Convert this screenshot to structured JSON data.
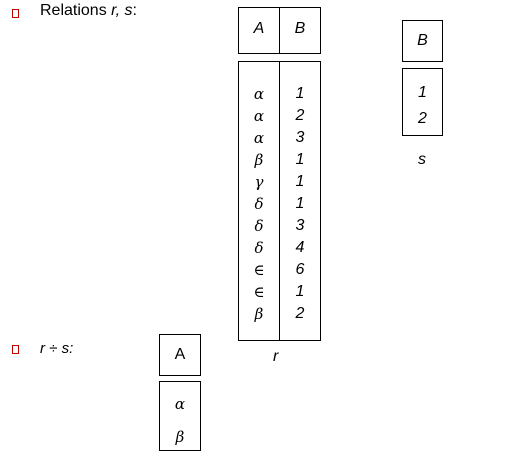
{
  "heading1": {
    "prefix": "Relations ",
    "r": "r,",
    "s": " s",
    "suffix": ":"
  },
  "heading2": {
    "text": "r ÷ s:"
  },
  "relation_r": {
    "name": "r",
    "headers": [
      "A",
      "B"
    ],
    "col_A": [
      "α",
      "α",
      "α",
      "β",
      "γ",
      "δ",
      "δ",
      "δ",
      "∈",
      "∈",
      "β"
    ],
    "col_B": [
      "1",
      "2",
      "3",
      "1",
      "1",
      "1",
      "3",
      "4",
      "6",
      "1",
      "2"
    ]
  },
  "relation_s": {
    "name": "s",
    "headers": [
      "B"
    ],
    "col_B": [
      "1",
      "2"
    ]
  },
  "result": {
    "headers": [
      "A"
    ],
    "col_A": [
      "α",
      "β"
    ]
  },
  "colors": {
    "bullet": "#c00000",
    "text": "#000000"
  }
}
